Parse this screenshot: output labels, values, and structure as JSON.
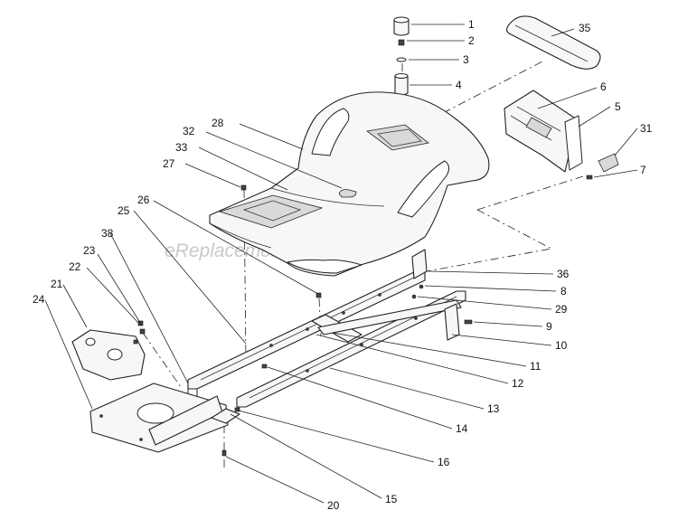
{
  "diagram": {
    "watermark": "eReplacementParts.com",
    "callouts": [
      {
        "id": "c1",
        "label": "1"
      },
      {
        "id": "c2",
        "label": "2"
      },
      {
        "id": "c3",
        "label": "3"
      },
      {
        "id": "c4",
        "label": "4"
      },
      {
        "id": "c35",
        "label": "35"
      },
      {
        "id": "c6",
        "label": "6"
      },
      {
        "id": "c5",
        "label": "5"
      },
      {
        "id": "c31",
        "label": "31"
      },
      {
        "id": "c7",
        "label": "7"
      },
      {
        "id": "c28",
        "label": "28"
      },
      {
        "id": "c32",
        "label": "32"
      },
      {
        "id": "c33",
        "label": "33"
      },
      {
        "id": "c27",
        "label": "27"
      },
      {
        "id": "c26",
        "label": "26"
      },
      {
        "id": "c25",
        "label": "25"
      },
      {
        "id": "c38",
        "label": "38"
      },
      {
        "id": "c23",
        "label": "23"
      },
      {
        "id": "c22",
        "label": "22"
      },
      {
        "id": "c21",
        "label": "21"
      },
      {
        "id": "c24",
        "label": "24"
      },
      {
        "id": "c36",
        "label": "36"
      },
      {
        "id": "c8",
        "label": "8"
      },
      {
        "id": "c29",
        "label": "29"
      },
      {
        "id": "c9",
        "label": "9"
      },
      {
        "id": "c10",
        "label": "10"
      },
      {
        "id": "c11",
        "label": "11"
      },
      {
        "id": "c12",
        "label": "12"
      },
      {
        "id": "c13",
        "label": "13"
      },
      {
        "id": "c14",
        "label": "14"
      },
      {
        "id": "c16",
        "label": "16"
      },
      {
        "id": "c15",
        "label": "15"
      },
      {
        "id": "c20",
        "label": "20"
      }
    ]
  }
}
